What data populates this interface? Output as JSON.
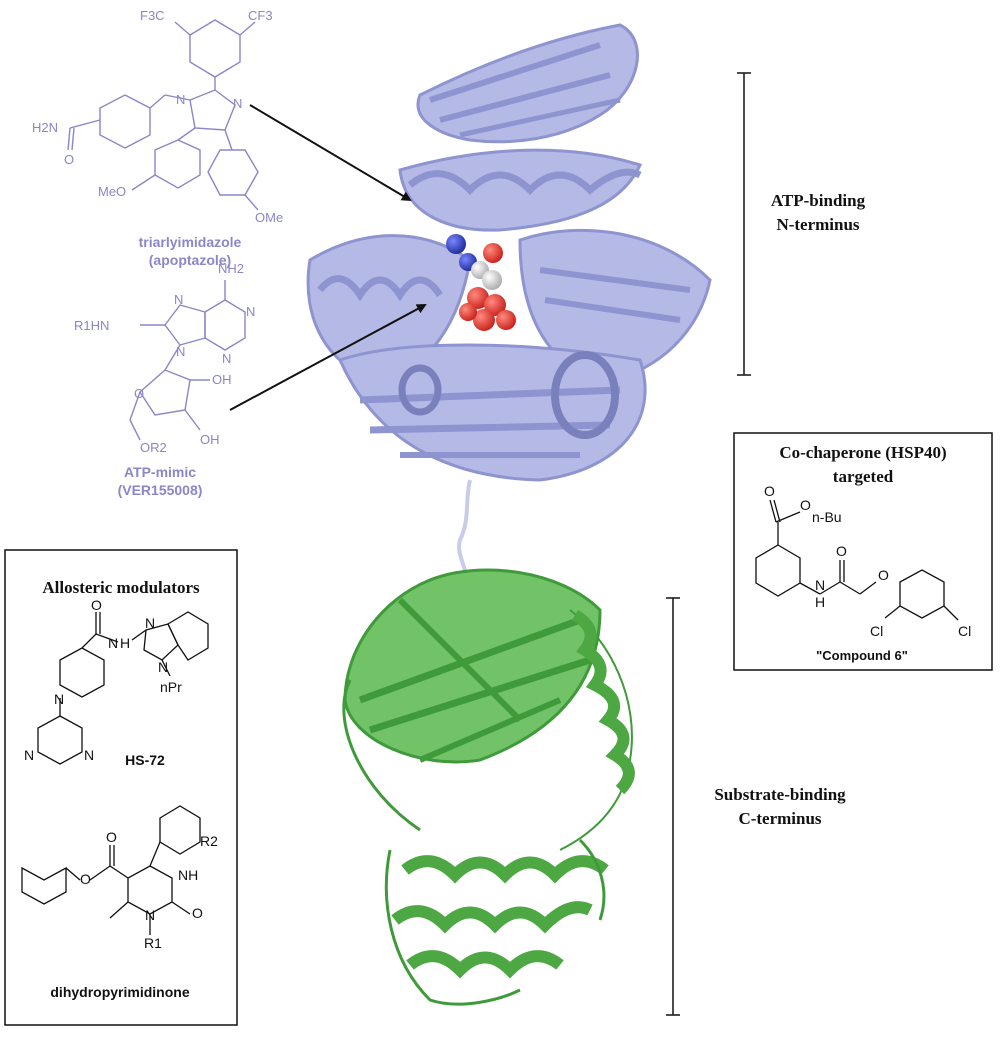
{
  "domain_labels": {
    "n_terminus": [
      "ATP-binding",
      "N-terminus"
    ],
    "c_terminus": [
      "Substrate-binding",
      "C-terminus"
    ]
  },
  "compounds": {
    "apoptazole": {
      "name_line1": "triarlyimidazole",
      "name_line2": "(apoptazole)",
      "atom_labels": {
        "cf3_left": "F3C",
        "cf3_right": "CF3",
        "amide": "H2N",
        "n1": "N",
        "n2": "N",
        "carbonyl_o": "O",
        "ome_left": "MeO",
        "ome_right": "OMe"
      }
    },
    "ver155008": {
      "name_line1": "ATP-mimic",
      "name_line2": "(VER155008)",
      "atom_labels": {
        "nh2": "NH2",
        "r1hn": "R1HN",
        "n_a": "N",
        "n_b": "N",
        "n_c": "N",
        "n_d": "N",
        "ring_o": "O",
        "oh1": "OH",
        "oh2": "OH",
        "or2": "OR2"
      }
    },
    "compound6": {
      "box_title_line1": "Co-chaperone (HSP40)",
      "box_title_line2": "targeted",
      "name": "\"Compound 6\"",
      "atom_labels": {
        "ester_o_top": "O",
        "ester_o": "O",
        "nbu": "n-Bu",
        "amide_o": "O",
        "ether_o": "O",
        "nh": "N",
        "h": "H",
        "cl1": "Cl",
        "cl2": "Cl"
      }
    },
    "allosteric": {
      "box_title": "Allosteric modulators",
      "hs72": {
        "name": "HS-72",
        "atom_labels": {
          "o": "O",
          "n_pip": "N",
          "nh": "H",
          "n_amide": "N",
          "n_imid": "N",
          "npr": "nPr",
          "n_imid2": "N",
          "n_pyr1": "N",
          "n_pyr2": "N"
        }
      },
      "dhpm": {
        "name": "dihydropyrimidinone",
        "atom_labels": {
          "r2": "R2",
          "o_ester": "O",
          "o_carbonyl": "O",
          "nh": "NH",
          "n": "N",
          "o_urea": "O",
          "r1": "R1"
        }
      }
    }
  },
  "colors": {
    "n_domain": "#b4b9e6",
    "n_domain_dark": "#8e94cf",
    "c_domain": "#72c267",
    "c_domain_dark": "#3f9a3a",
    "ligand_red": "#e0342a",
    "ligand_blue": "#3141b8",
    "purple_text": "#8a86c8"
  }
}
